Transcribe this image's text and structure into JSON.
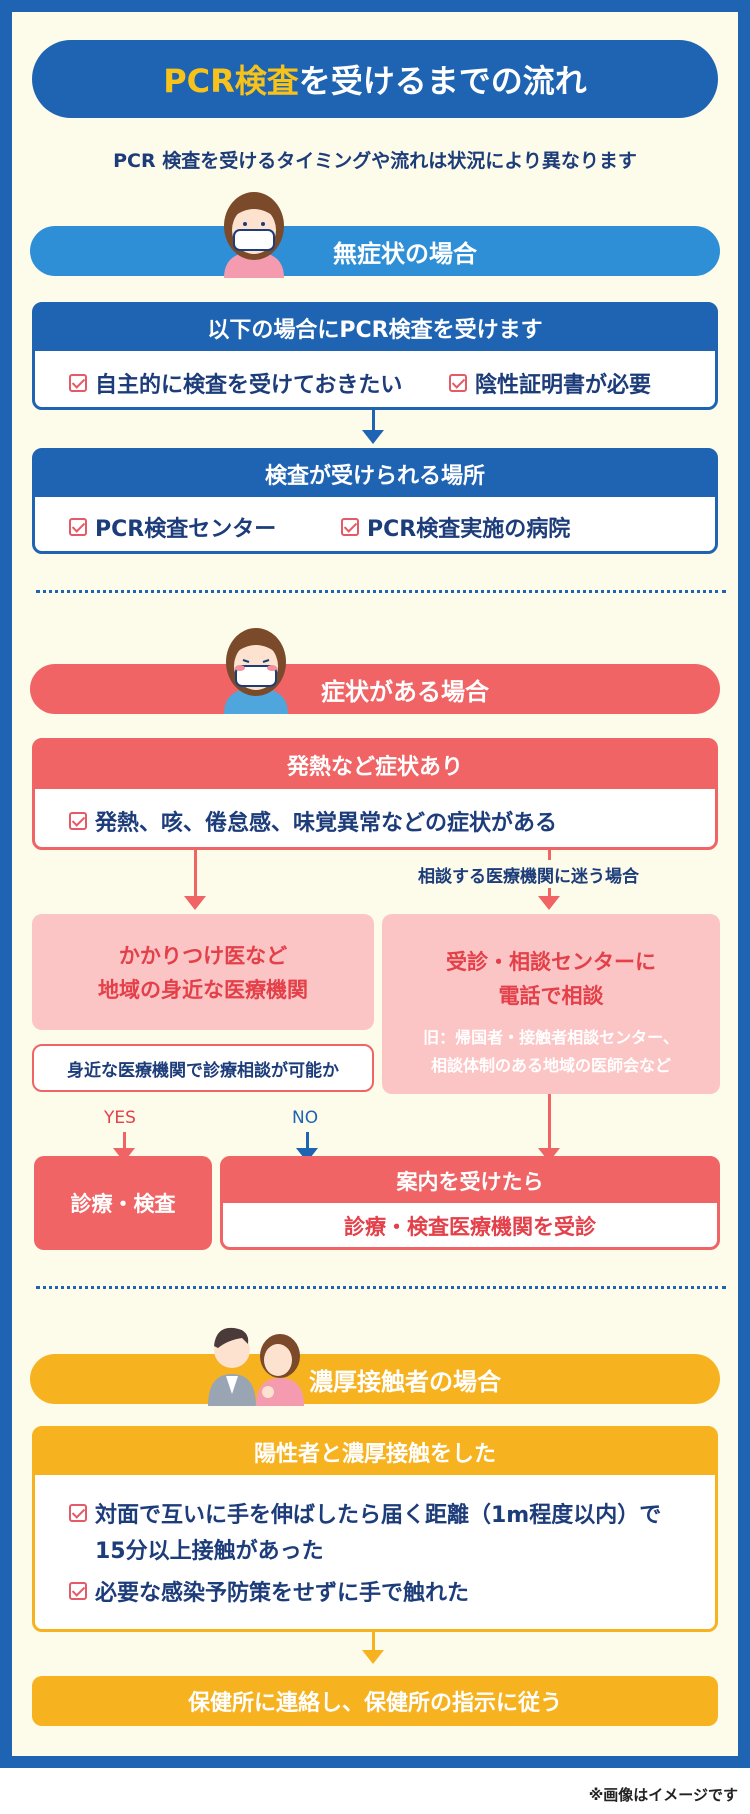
{
  "title": {
    "highlight": "PCR検査",
    "rest": "を受けるまでの流れ"
  },
  "subtitle": "PCR 検査を受けるタイミングや流れは状況により異なります",
  "section1": {
    "label": "無症状の場合",
    "box1": {
      "header": "以下の場合にPCR検査を受けます",
      "items": [
        "自主的に検査を受けておきたい",
        "陰性証明書が必要"
      ]
    },
    "box2": {
      "header": "検査が受けられる場所",
      "items": [
        "PCR検査センター",
        "PCR検査実施の病院"
      ]
    }
  },
  "section2": {
    "label": "症状がある場合",
    "box1": {
      "header": "発熱など症状あり",
      "items": [
        "発熱、咳、倦怠感、味覚異常などの症状がある"
      ]
    },
    "branch_note": "相談する医療機関に迷う場合",
    "left_box": {
      "line1": "かかりつけ医など",
      "line2": "地域の身近な医療機関"
    },
    "question": "身近な医療機関で診療相談が可能か",
    "right_box": {
      "line1": "受診・相談センターに",
      "line2": "電話で相談",
      "note1": "旧：帰国者・接触者相談センター、",
      "note2": "相談体制のある地域の医師会など"
    },
    "yes": "YES",
    "no": "NO",
    "result_left": "診療・検査",
    "result_right": {
      "header": "案内を受けたら",
      "body": "診療・検査医療機関を受診"
    }
  },
  "section3": {
    "label": "濃厚接触者の場合",
    "box1": {
      "header": "陽性者と濃厚接触をした",
      "items": [
        "対面で互いに手を伸ばしたら届く距離（1m程度以内）で",
        "15分以上接触があった",
        "必要な感染予防策をせずに手で触れた"
      ]
    },
    "final": "保健所に連絡し、保健所の指示に従う"
  },
  "footnote": "※画像はイメージです",
  "colors": {
    "navy": "#1f63b3",
    "lightblue": "#2f8fd6",
    "red": "#f06466",
    "pink": "#fcc5c5",
    "yellow": "#f7b220",
    "cream": "#fdfbea"
  }
}
